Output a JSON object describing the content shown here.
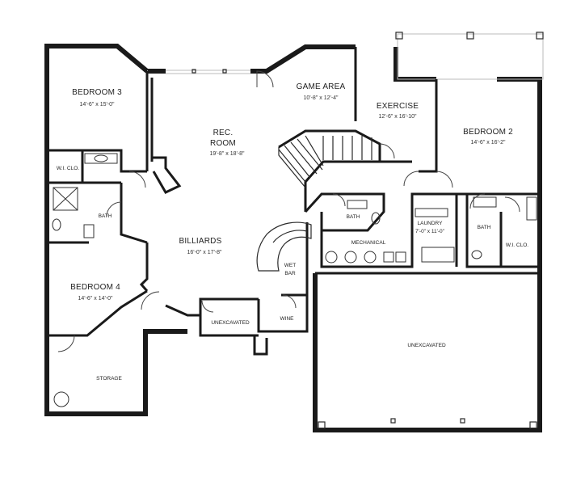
{
  "rooms": {
    "bedroom3": {
      "name": "BEDROOM 3",
      "dims": "14'-6\" x 15'-0\""
    },
    "rec_room_line1": "REC.",
    "rec_room_line2": "ROOM",
    "rec_room_dims": "19'-8\" x 18'-8\"",
    "game_area": {
      "name": "GAME  AREA",
      "dims": "10'-8\" x 12'-4\""
    },
    "exercise": {
      "name": "EXERCISE",
      "dims": "12'-6\" x 16'-10\""
    },
    "bedroom2": {
      "name": "BEDROOM 2",
      "dims": "14'-6\" x 16'-2\""
    },
    "wi_clo_left": "W.I. CLO.",
    "bath_left": "BATH",
    "billiards": {
      "name": "BILLIARDS",
      "dims": "16'-0\" x 17'-8\""
    },
    "bath_center": "BATH",
    "laundry": {
      "name": "LAUNDRY",
      "dims": "7'-0\" x 11'-0\""
    },
    "bath_right": "BATH",
    "wi_clo_right": "W.I. CLO.",
    "mechanical": "MECHANICAL",
    "wet_bar_line1": "WET",
    "wet_bar_line2": "BAR",
    "bedroom4": {
      "name": "BEDROOM 4",
      "dims": "14'-6\" x 14'-0\""
    },
    "unexcavated_small": "UNEXCAVATED",
    "wine": "WINE",
    "unexcavated_large": "UNEXCAVATED",
    "storage": "STORAGE"
  }
}
